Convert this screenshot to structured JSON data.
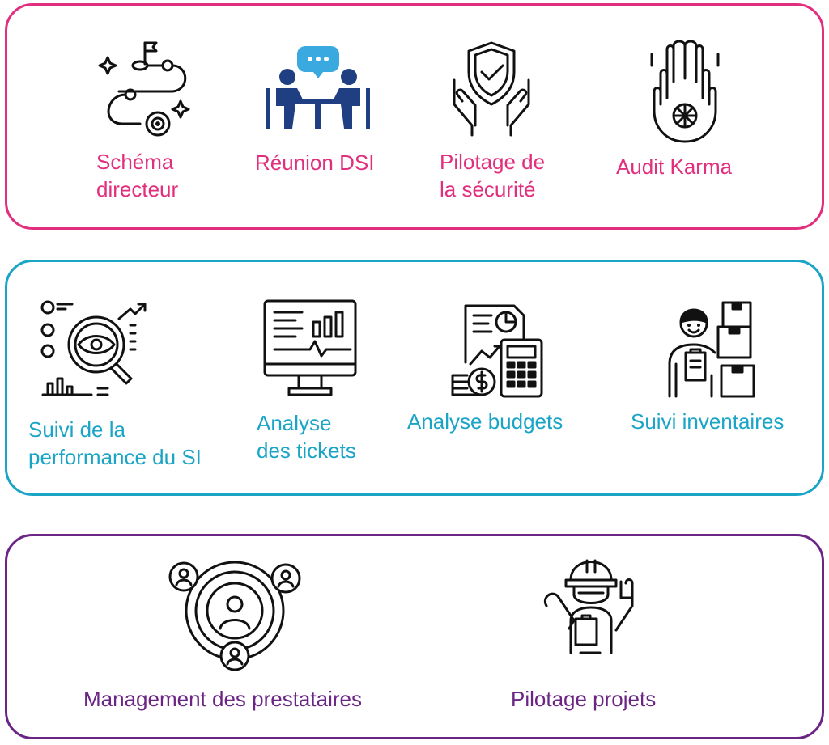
{
  "colors": {
    "gouvernance": "#e22f7d",
    "analyse": "#1aa5c6",
    "management": "#6b2585",
    "icon_stroke": "#111111",
    "icon_accent": "#1f3f82",
    "bubble": "#39a9e0"
  },
  "groups": [
    {
      "items": [
        {
          "label_lines": [
            "Schéma",
            "directeur"
          ],
          "icon": "roadmap-icon"
        },
        {
          "label_lines": [
            "Réunion DSI"
          ],
          "icon": "meeting-icon"
        },
        {
          "label_lines": [
            "Pilotage de",
            "la sécurité"
          ],
          "icon": "security-shield-hands-icon"
        },
        {
          "label_lines": [
            "Audit Karma"
          ],
          "icon": "hamsa-hand-icon"
        }
      ]
    },
    {
      "items": [
        {
          "label_lines": [
            "Suivi de la",
            "performance du SI"
          ],
          "icon": "performance-analysis-icon"
        },
        {
          "label_lines": [
            "Analyse",
            "des tickets"
          ],
          "icon": "monitor-dashboard-icon"
        },
        {
          "label_lines": [
            "Analyse budgets"
          ],
          "icon": "budget-calculator-icon"
        },
        {
          "label_lines": [
            "Suivi inventaires"
          ],
          "icon": "inventory-worker-icon"
        }
      ]
    },
    {
      "items": [
        {
          "label_lines": [
            "Management des prestataires"
          ],
          "icon": "network-people-icon"
        },
        {
          "label_lines": [
            "Pilotage projets"
          ],
          "icon": "engineer-icon"
        }
      ]
    }
  ]
}
